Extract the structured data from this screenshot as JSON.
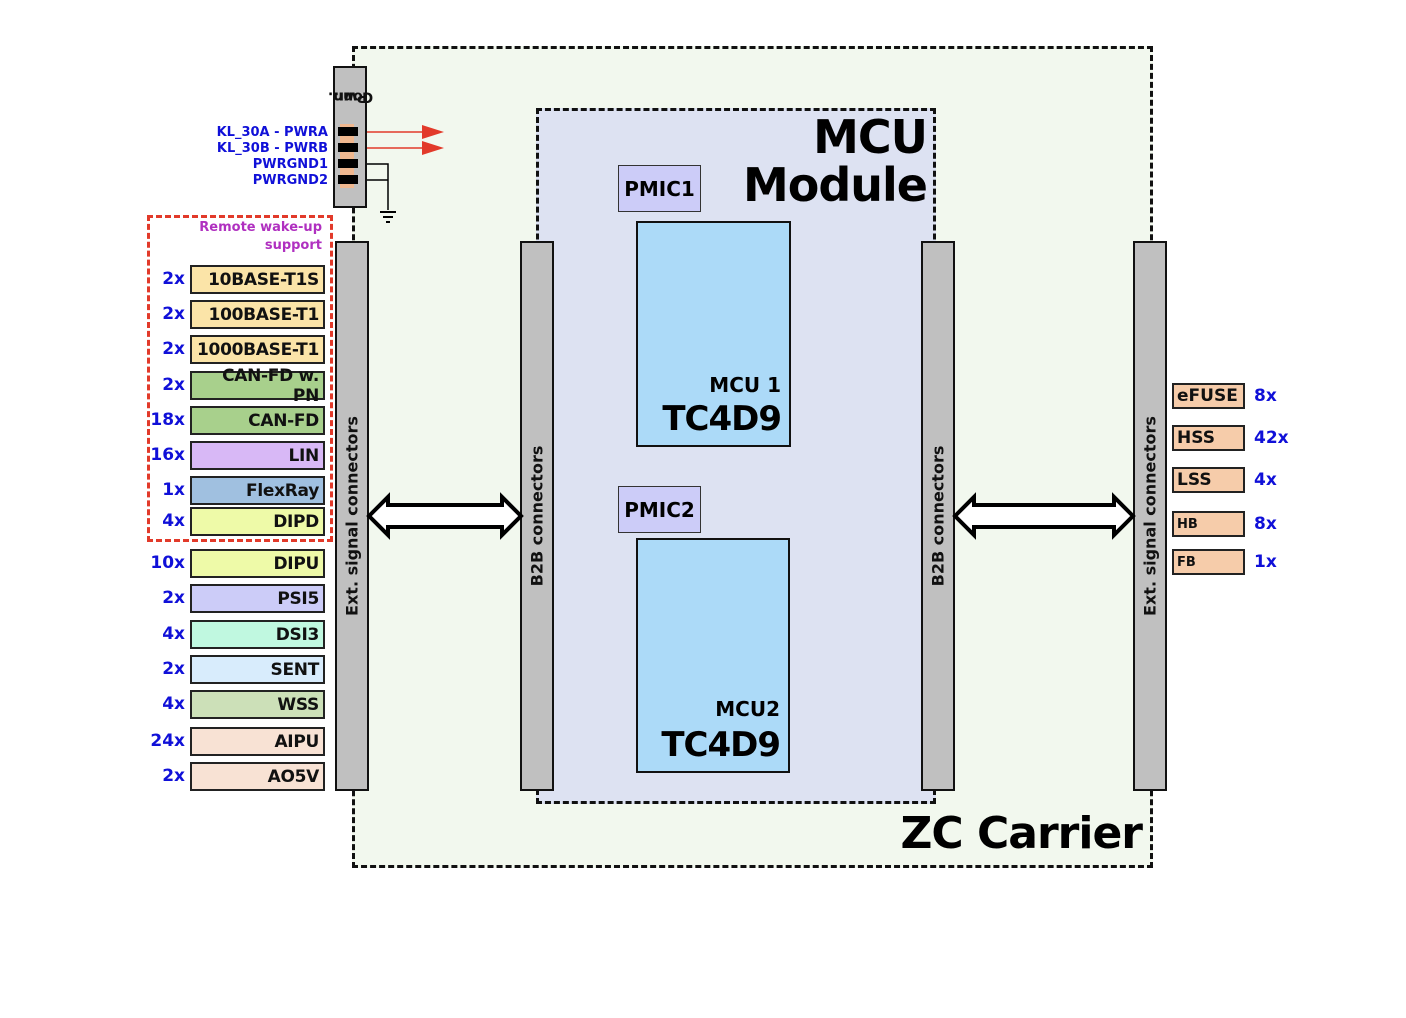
{
  "carrier": {
    "title": "ZC Carrier",
    "color": "#f2f8ee"
  },
  "module": {
    "title_line1": "MCU",
    "title_line2": "Module",
    "color": "#dde2f2"
  },
  "pmics": [
    {
      "label": "PMIC1"
    },
    {
      "label": "PMIC2"
    }
  ],
  "mcus": [
    {
      "name": "MCU 1",
      "part": "TC4D9"
    },
    {
      "name": "MCU2",
      "part": "TC4D9"
    }
  ],
  "connectors": {
    "ext_left": "Ext. signal connectors",
    "b2b_left": "B2B connectors",
    "b2b_right": "B2B connectors",
    "ext_right": "Ext. signal connectors"
  },
  "power_connector": {
    "title_line1": "Pwr.",
    "title_line2": "Conn.",
    "pins": [
      {
        "label": "KL_30A - PWRA",
        "type": "supply"
      },
      {
        "label": "KL_30B - PWRB",
        "type": "supply"
      },
      {
        "label": "PWRGND1",
        "type": "ground"
      },
      {
        "label": "PWRGND2",
        "type": "ground"
      }
    ]
  },
  "wake_up_group": {
    "title_line1": "Remote wake-up",
    "title_line2": "support"
  },
  "left_interfaces": [
    {
      "count": "2x",
      "label": "10BASE-T1S",
      "color": "#fbe4a8",
      "wake_up": true
    },
    {
      "count": "2x",
      "label": "100BASE-T1",
      "color": "#fbe4a8",
      "wake_up": true
    },
    {
      "count": "2x",
      "label": "1000BASE-T1",
      "color": "#fbe4a8",
      "wake_up": true
    },
    {
      "count": "2x",
      "label": "CAN-FD w. PN",
      "color": "#a8d08c",
      "wake_up": true
    },
    {
      "count": "18x",
      "label": "CAN-FD",
      "color": "#a8d08c",
      "wake_up": true
    },
    {
      "count": "16x",
      "label": "LIN",
      "color": "#d8b8f6",
      "wake_up": true
    },
    {
      "count": "1x",
      "label": "FlexRay",
      "color": "#a0c0e0",
      "wake_up": true
    },
    {
      "count": "4x",
      "label": "DIPD",
      "color": "#eefaa8",
      "wake_up": true
    },
    {
      "count": "10x",
      "label": "DIPU",
      "color": "#eefaa8",
      "wake_up": false
    },
    {
      "count": "2x",
      "label": "PSI5",
      "color": "#ccccf8",
      "wake_up": false
    },
    {
      "count": "4x",
      "label": "DSI3",
      "color": "#c0f8e0",
      "wake_up": false
    },
    {
      "count": "2x",
      "label": "SENT",
      "color": "#d8ecfc",
      "wake_up": false
    },
    {
      "count": "4x",
      "label": "WSS",
      "color": "#cce0b8",
      "wake_up": false
    },
    {
      "count": "24x",
      "label": "AIPU",
      "color": "#f8e2d4",
      "wake_up": false
    },
    {
      "count": "2x",
      "label": "AO5V",
      "color": "#f8e2d4",
      "wake_up": false
    }
  ],
  "right_interfaces": [
    {
      "label": "eFUSE",
      "count": "8x"
    },
    {
      "label": "HSS",
      "count": "42x"
    },
    {
      "label": "LSS",
      "count": "4x"
    },
    {
      "label": "HB",
      "count": "8x"
    },
    {
      "label": "FB",
      "count": "1x"
    }
  ]
}
